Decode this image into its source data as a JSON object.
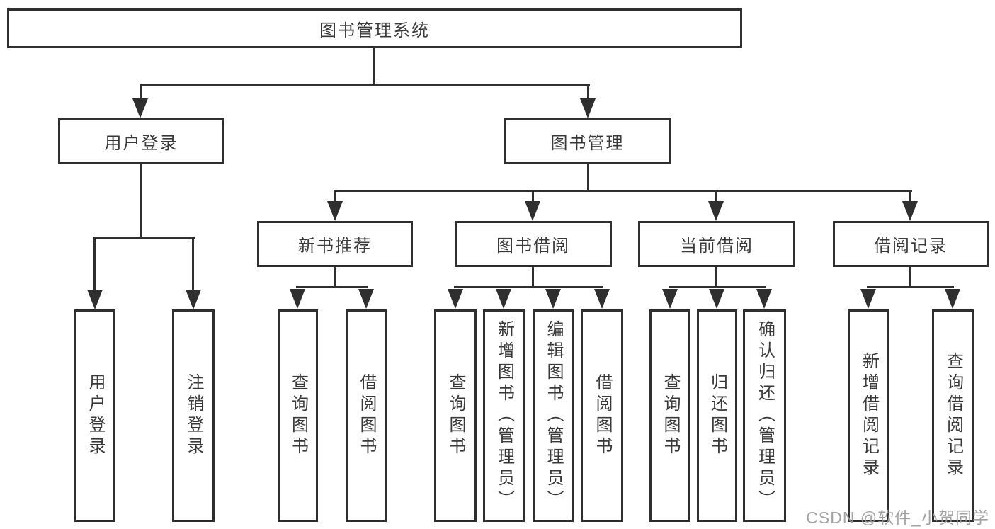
{
  "tree": {
    "label": "图书管理系统",
    "children": [
      {
        "label": "用户登录",
        "children": [
          {
            "label": "用户登录"
          },
          {
            "label": "注销登录"
          }
        ]
      },
      {
        "label": "图书管理",
        "children": [
          {
            "label": "新书推荐",
            "children": [
              {
                "label": "查询图书"
              },
              {
                "label": "借阅图书"
              }
            ]
          },
          {
            "label": "图书借阅",
            "children": [
              {
                "label": "查询图书"
              },
              {
                "label": "新增图书（管理员）"
              },
              {
                "label": "编辑图书（管理员）"
              },
              {
                "label": "借阅图书"
              }
            ]
          },
          {
            "label": "当前借阅",
            "children": [
              {
                "label": "查询图书"
              },
              {
                "label": "归还图书"
              },
              {
                "label": "确认归还（管理员）"
              }
            ]
          },
          {
            "label": "借阅记录",
            "children": [
              {
                "label": "新增借阅记录"
              },
              {
                "label": "查询借阅记录"
              }
            ]
          }
        ]
      }
    ]
  },
  "watermark": "CSDN @软件_小贺同学",
  "colors": {
    "line": "#2f2f2f",
    "text": "#3a3a3a",
    "background": "#ffffff",
    "watermark": "#9c9c9c"
  }
}
